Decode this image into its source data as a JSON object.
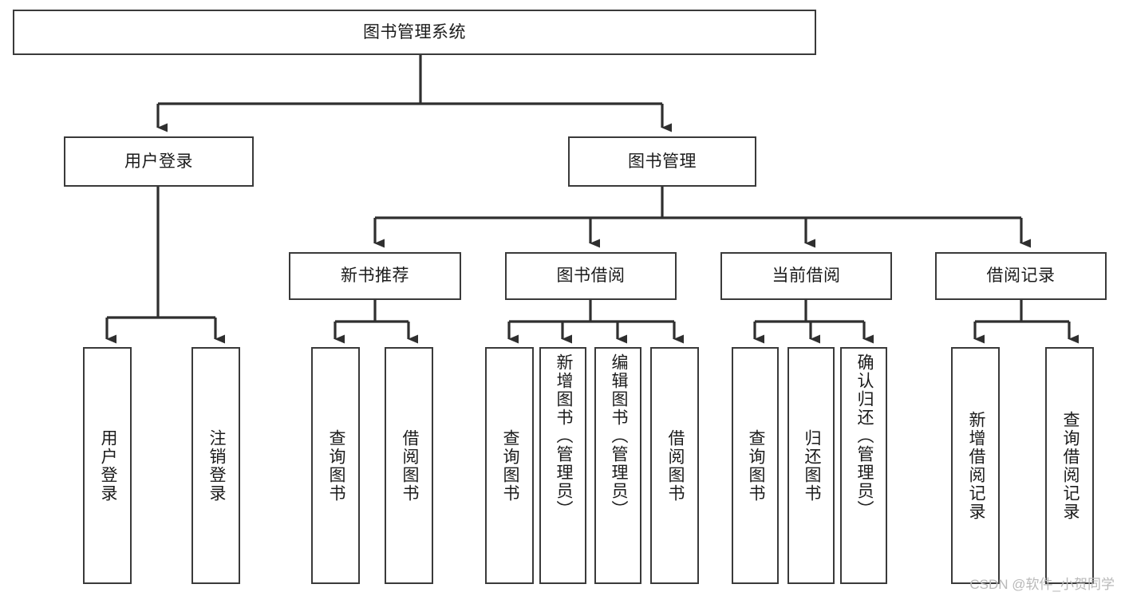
{
  "diagram": {
    "type": "hierarchy-tree",
    "title": "图书管理系统",
    "watermark": "CSDN @软件_小贺同学",
    "colors": {
      "stroke": "#3a3a3a",
      "fill": "#ffffff",
      "text": "#1b1b1b",
      "watermark": "#b9b9b9"
    },
    "nodes": {
      "root": {
        "label": "图书管理系统"
      },
      "level2": [
        {
          "label": "用户登录"
        },
        {
          "label": "图书管理"
        }
      ],
      "level3": [
        {
          "label": "新书推荐"
        },
        {
          "label": "图书借阅"
        },
        {
          "label": "当前借阅"
        },
        {
          "label": "借阅记录"
        }
      ],
      "leaves": [
        {
          "label": "用户登录",
          "align": "center"
        },
        {
          "label": "注销登录",
          "align": "center"
        },
        {
          "label": "查询图书",
          "align": "center"
        },
        {
          "label": "借阅图书",
          "align": "center"
        },
        {
          "label": "查询图书",
          "align": "center"
        },
        {
          "label": "新增图书（管理员）",
          "align": "top"
        },
        {
          "label": "编辑图书（管理员）",
          "align": "top"
        },
        {
          "label": "借阅图书",
          "align": "center"
        },
        {
          "label": "查询图书",
          "align": "center"
        },
        {
          "label": "归还图书",
          "align": "center"
        },
        {
          "label": "确认归还（管理员）",
          "align": "top"
        },
        {
          "label": "新增借阅记录",
          "align": "center"
        },
        {
          "label": "查询借阅记录",
          "align": "center"
        }
      ]
    }
  }
}
